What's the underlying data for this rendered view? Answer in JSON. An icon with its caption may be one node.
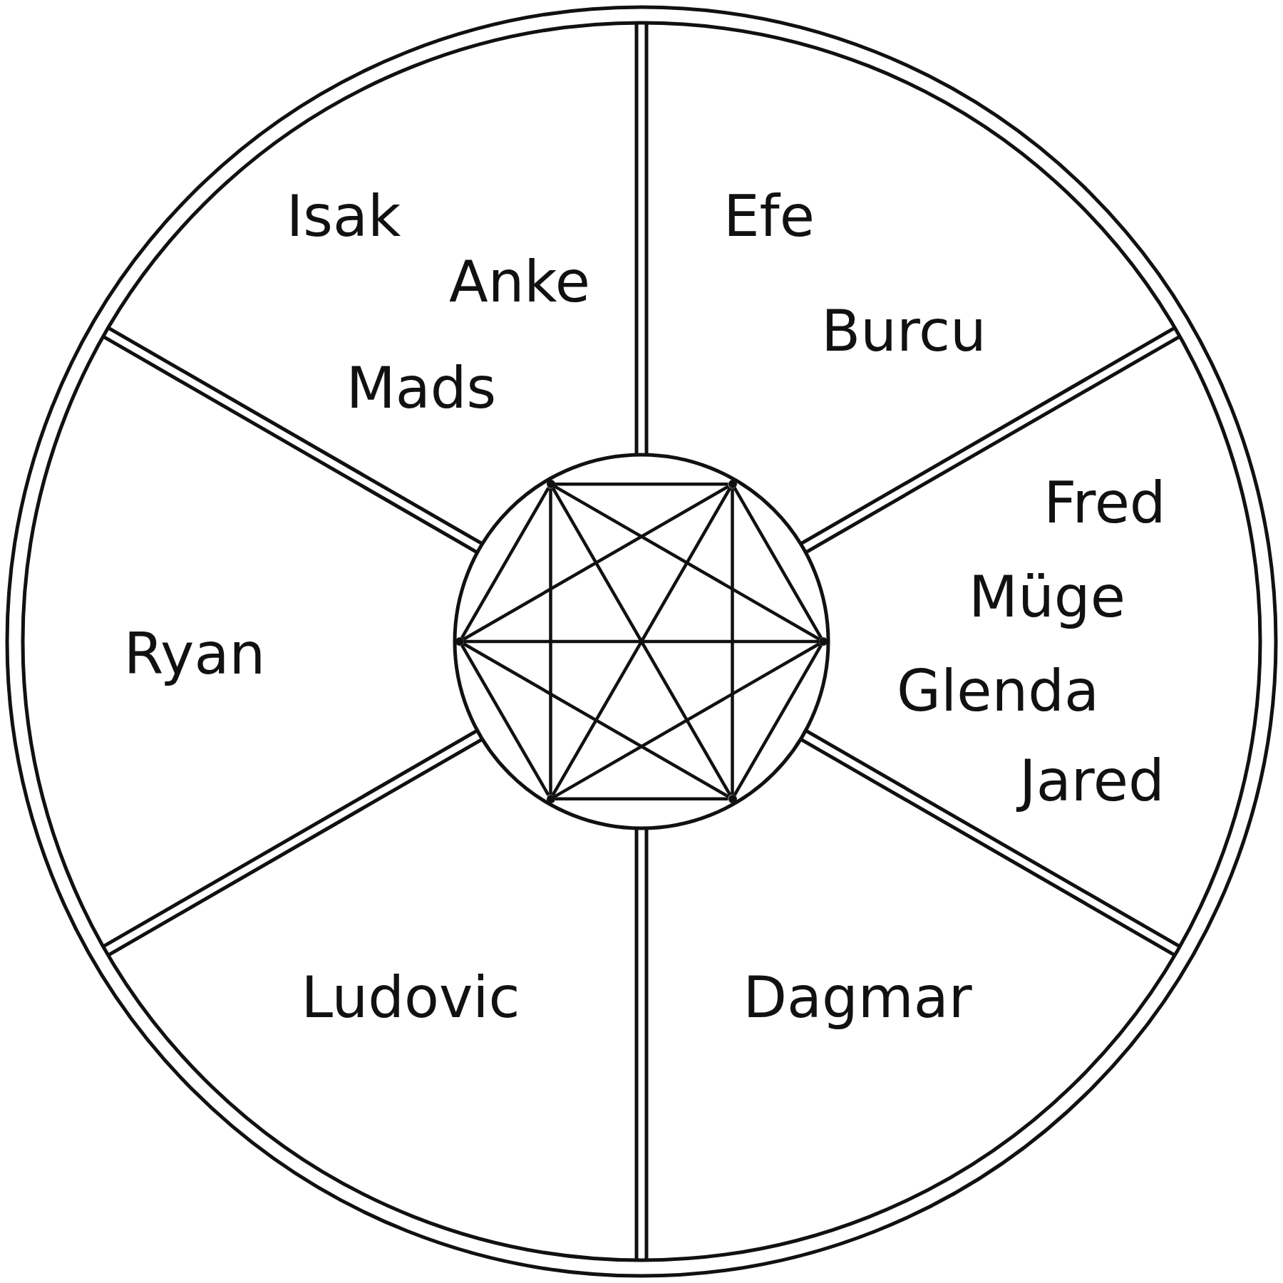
{
  "diagram": {
    "nodes": [
      {
        "text": [],
        "shape": "circle"
      },
      {
        "text": [
          "Isak",
          "Anke",
          "Mads"
        ],
        "in": 0
      },
      {
        "text": [
          "Efe",
          "Burcu"
        ],
        "in": 0
      },
      {
        "text": [
          "Ryan"
        ],
        "in": 0
      },
      {
        "text": [
          "Fred",
          "Müge",
          "Glenda",
          "Jared"
        ],
        "in": 0
      },
      {
        "text": [
          "Ludovic"
        ],
        "in": 0
      },
      {
        "text": [
          "Dagmar"
        ],
        "in": 0
      },
      {
        "text": [],
        "shape": "circle",
        "in": 0
      },
      {
        "text": [],
        "shape": "dot",
        "in": 7
      },
      {
        "text": [],
        "shape": "dot",
        "in": 7
      },
      {
        "text": [],
        "shape": "dot",
        "in": 7
      },
      {
        "text": [],
        "shape": "dot",
        "in": 7
      },
      {
        "text": [],
        "shape": "dot",
        "in": 7
      },
      {
        "text": [],
        "shape": "dot",
        "in": 7
      }
    ],
    "edges": [
      {
        "from": 8,
        "to": 9,
        "arrow": "none"
      },
      {
        "from": 8,
        "to": 10,
        "arrow": "none"
      },
      {
        "from": 8,
        "to": 11,
        "arrow": "none"
      },
      {
        "from": 8,
        "to": 12,
        "arrow": "none"
      },
      {
        "from": 8,
        "to": 13,
        "arrow": "none"
      },
      {
        "from": 9,
        "to": 10,
        "arrow": "none"
      },
      {
        "from": 9,
        "to": 11,
        "arrow": "none"
      },
      {
        "from": 9,
        "to": 12,
        "arrow": "none"
      },
      {
        "from": 9,
        "to": 13,
        "arrow": "none"
      },
      {
        "from": 10,
        "to": 11,
        "arrow": "none"
      },
      {
        "from": 10,
        "to": 12,
        "arrow": "none"
      },
      {
        "from": 10,
        "to": 13,
        "arrow": "none"
      },
      {
        "from": 11,
        "to": 12,
        "arrow": "none"
      },
      {
        "from": 11,
        "to": 13,
        "arrow": "none"
      },
      {
        "from": 12,
        "to": 13,
        "arrow": "none"
      }
    ]
  }
}
